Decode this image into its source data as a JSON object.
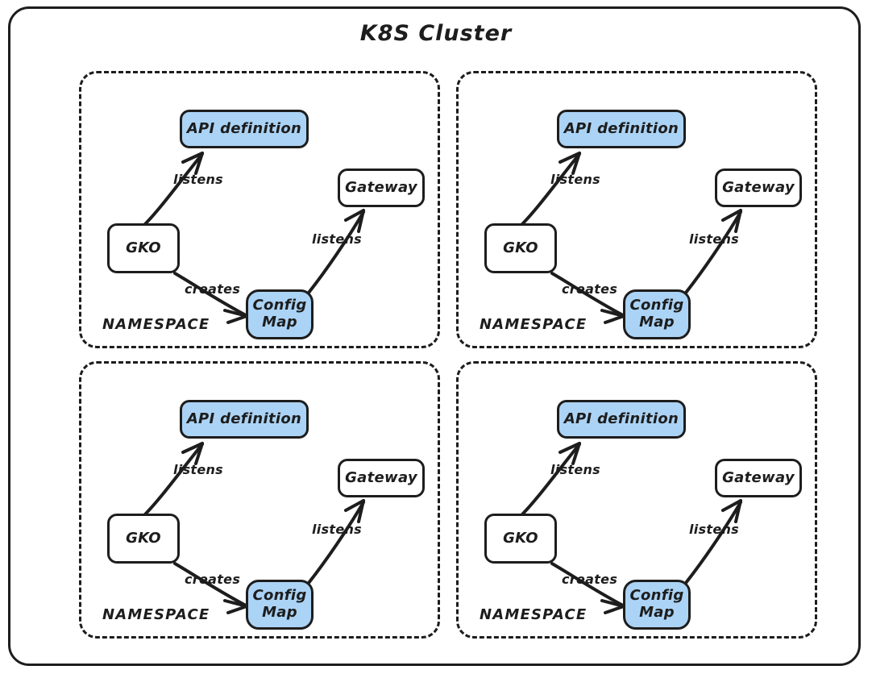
{
  "diagram": {
    "title": "K8S Cluster",
    "type": "architecture-diagram",
    "node_fill_blue": "#abd3f5",
    "node_fill_white": "#ffffff",
    "stroke_color": "#1d1d1d",
    "background": "#ffffff"
  },
  "namespaces": [
    {
      "label": "NAMESPACE",
      "nodes": {
        "api": "API definition",
        "gateway": "Gateway",
        "gko": "GKO",
        "configmap": "Config\nMap",
        "configmap_line1": "Config",
        "configmap_line2": "Map"
      },
      "edges": {
        "gko_to_api": "listens",
        "gko_to_configmap": "creates",
        "configmap_to_gateway": "listens"
      }
    },
    {
      "label": "NAMESPACE",
      "nodes": {
        "api": "API definition",
        "gateway": "Gateway",
        "gko": "GKO",
        "configmap": "Config\nMap",
        "configmap_line1": "Config",
        "configmap_line2": "Map"
      },
      "edges": {
        "gko_to_api": "listens",
        "gko_to_configmap": "creates",
        "configmap_to_gateway": "listens"
      }
    },
    {
      "label": "NAMESPACE",
      "nodes": {
        "api": "API definition",
        "gateway": "Gateway",
        "gko": "GKO",
        "configmap": "Config\nMap",
        "configmap_line1": "Config",
        "configmap_line2": "Map"
      },
      "edges": {
        "gko_to_api": "listens",
        "gko_to_configmap": "creates",
        "configmap_to_gateway": "listens"
      }
    },
    {
      "label": "NAMESPACE",
      "nodes": {
        "api": "API definition",
        "gateway": "Gateway",
        "gko": "GKO",
        "configmap": "Config\nMap",
        "configmap_line1": "Config",
        "configmap_line2": "Map"
      },
      "edges": {
        "gko_to_api": "listens",
        "gko_to_configmap": "creates",
        "configmap_to_gateway": "listens"
      }
    }
  ]
}
